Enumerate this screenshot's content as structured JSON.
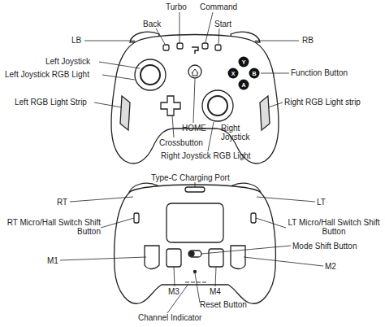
{
  "diagram": {
    "labels": [
      "Turbo",
      "Command",
      "Back",
      "Start",
      "LB",
      "RB",
      "Left Joystick",
      "Left Joystick RGB Light",
      "Function Button",
      "Left RGB Light Strip",
      "Right RGB Light strip",
      "HOME",
      "Right Joystick",
      "Crossbutton",
      "Right Joystick RGB Light",
      "Type-C Charging Port",
      "RT",
      "LT",
      "RT Micro/Hall Switch Shift Button",
      "LT Micro/Hall Switch Shift Button",
      "Mode Shift Button",
      "M1",
      "M2",
      "M3",
      "M4",
      "Reset Button",
      "Channel Indicator",
      "Y",
      "X",
      "B",
      "A"
    ]
  }
}
